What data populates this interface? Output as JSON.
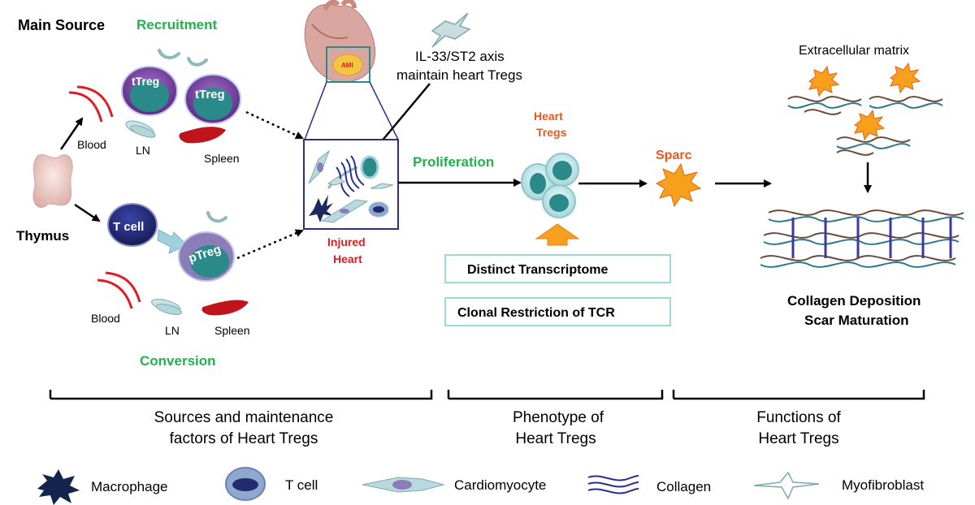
{
  "sources": {
    "main_source": "Main Source",
    "recruitment": "Recruitment",
    "conversion": "Conversion",
    "thymus": "Thymus",
    "top": {
      "blood": "Blood",
      "ln": "LN",
      "spleen": "Spleen"
    },
    "bottom": {
      "blood": "Blood",
      "ln": "LN",
      "spleen": "Spleen"
    },
    "cells": {
      "ttreg_1": "tTreg",
      "ttreg_2": "tTreg",
      "tcell": "T cell",
      "ptreg": "pTreg"
    }
  },
  "heart": {
    "ami": "AMI",
    "il33_line1": "IL-33/ST2 axis",
    "il33_line2": "maintain heart Tregs",
    "injured_line1": "Injured",
    "injured_line2": "Heart"
  },
  "phenotype": {
    "proliferation": "Proliferation",
    "heart_tregs_line1": "Heart",
    "heart_tregs_line2": "Tregs",
    "box1": "Distinct Transcriptome",
    "box2": "Clonal Restriction of TCR"
  },
  "functions": {
    "sparc": "Sparc",
    "ecm": "Extracellular  matrix",
    "outcome_line1": "Collagen Deposition",
    "outcome_line2": "Scar Maturation"
  },
  "sections": [
    {
      "line1": "Sources and maintenance",
      "line2": "factors of  Heart Tregs"
    },
    {
      "line1": "Phenotype of",
      "line2": "Heart Tregs"
    },
    {
      "line1": "Functions of",
      "line2": "Heart Tregs"
    }
  ],
  "legend": [
    "Macrophage",
    "T cell",
    "Cardiomyocyte",
    "Collagen",
    "Myofibroblast"
  ],
  "colors": {
    "green_label": "#22b14c",
    "red_label": "#e01b24",
    "orange_label": "#e8581c",
    "treg_purple": "#7b3f9e",
    "nucleus_teal": "#2a8a8a",
    "tcell_navy": "#232a6e",
    "box_border": "#9fd8d8",
    "heart_box": "#2b2d8f",
    "spleen_red": "#c0141c",
    "sparc_orange": "#f7a01e"
  }
}
